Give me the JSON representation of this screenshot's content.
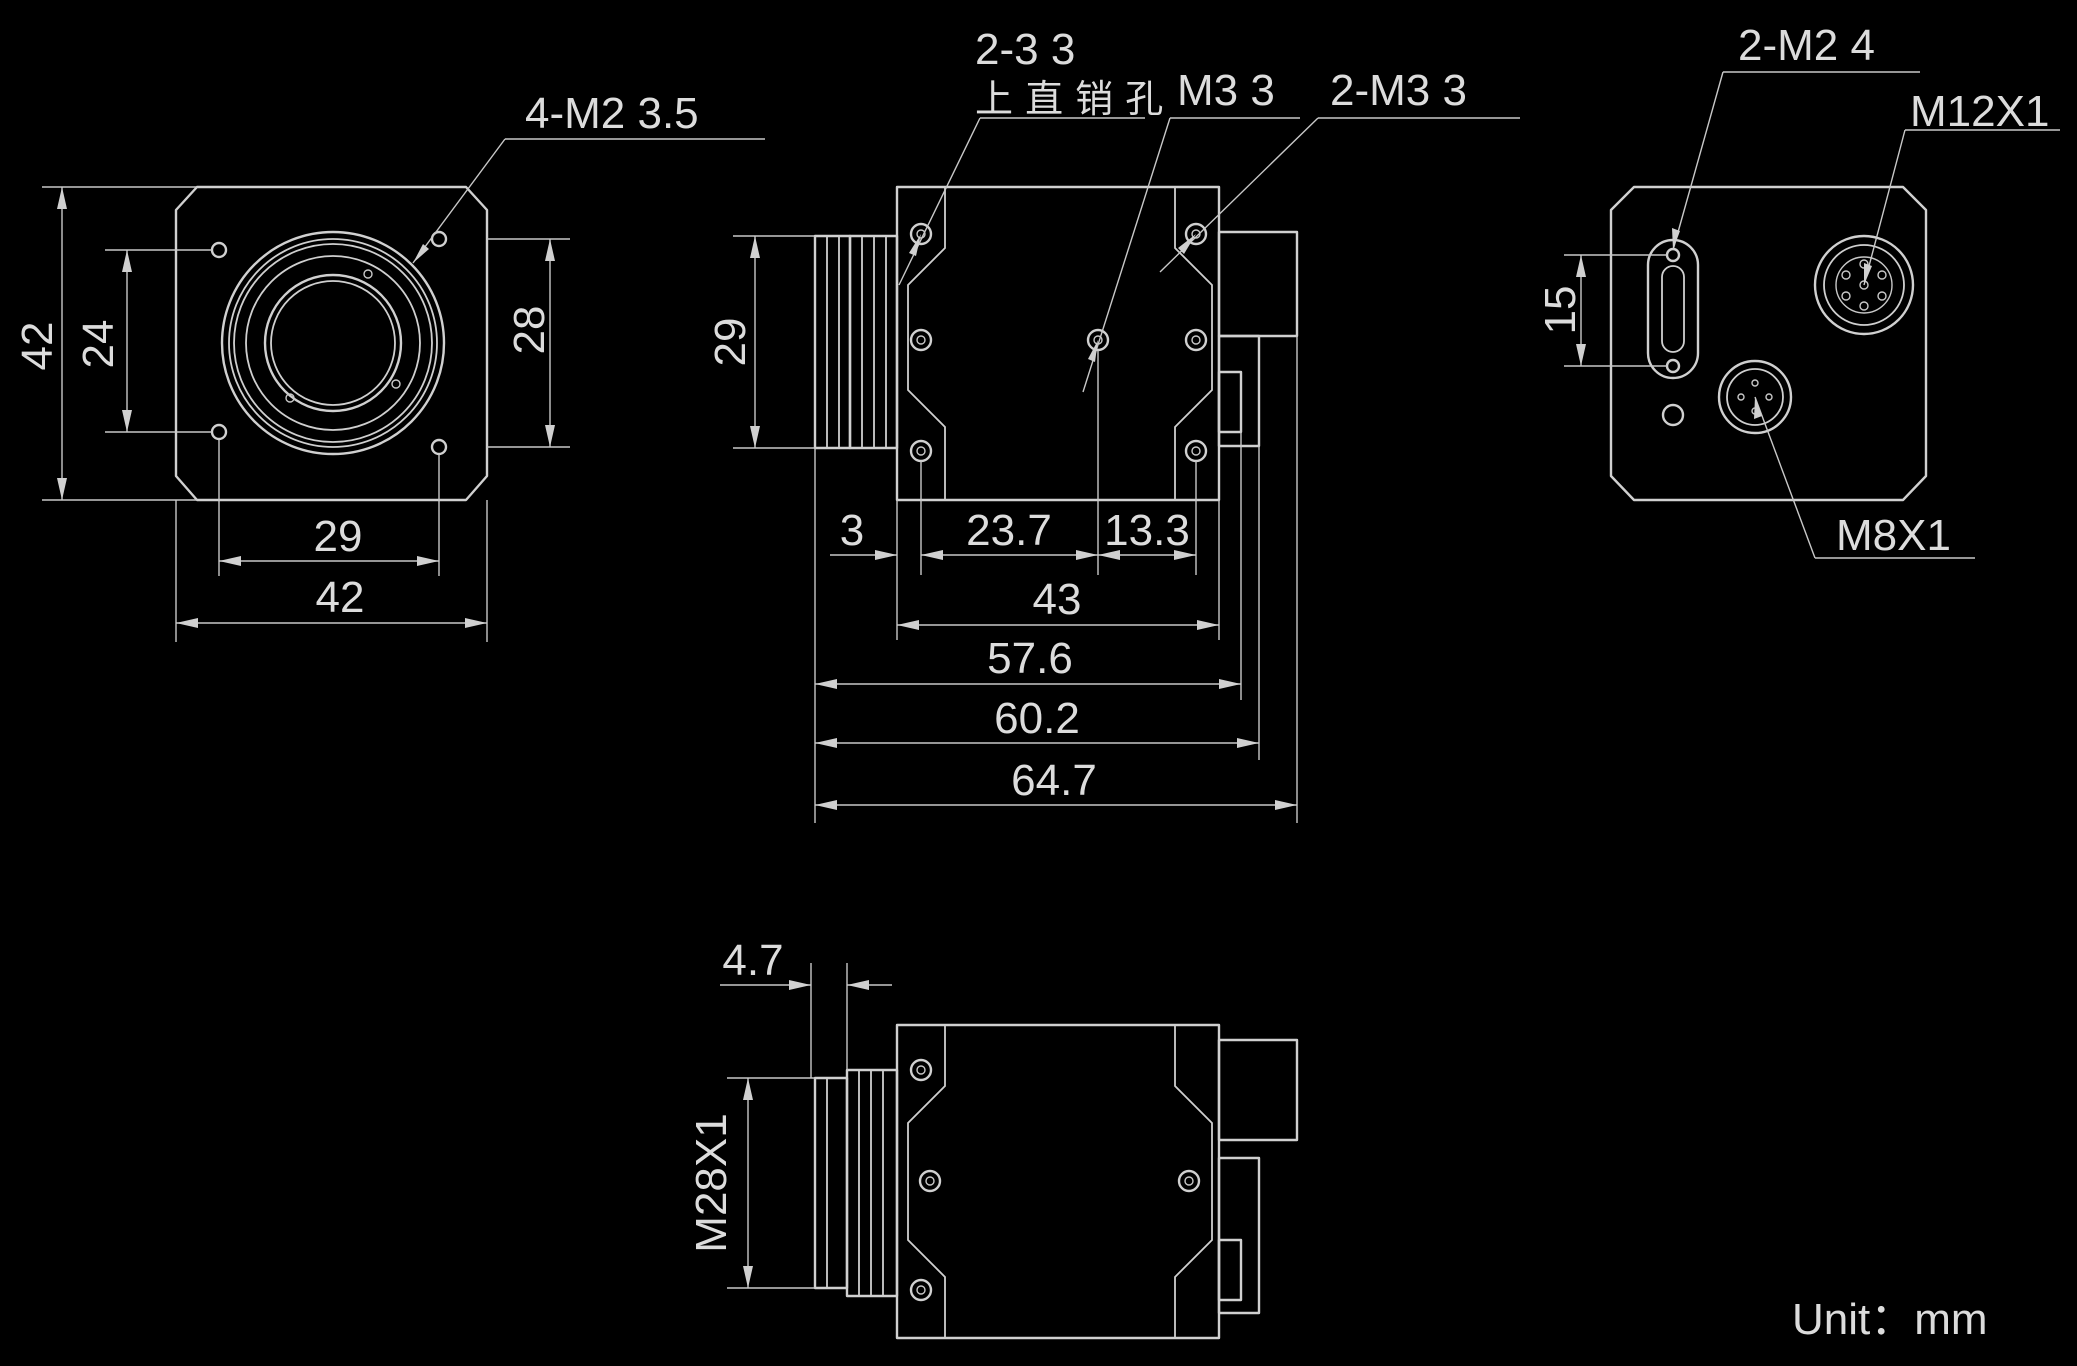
{
  "front_view": {
    "hole_callout": "4-M2  3.5",
    "dims": {
      "outer_height": "42",
      "hole_pitch_v": "24",
      "right_height": "28",
      "hole_pitch_h": "29",
      "outer_width": "42"
    }
  },
  "side_view": {
    "callout_left_line1": "2-3  3",
    "callout_left_line2": "上 直 销 孔",
    "callout_mid": "M3  3",
    "callout_right": "2-M3  3",
    "dims": {
      "mount_height": "29",
      "flange": "3",
      "to_mid_hole": "23.7",
      "mid_to_right": "13.3",
      "body": "43",
      "len_a": "57.6",
      "len_b": "60.2",
      "len_total": "64.7"
    }
  },
  "rear_view": {
    "callout_top": "2-M2  4",
    "connector_large": "M12X1",
    "connector_small": "M8X1",
    "dims": {
      "hole_pitch": "15"
    }
  },
  "bottom_view": {
    "dims": {
      "flange_depth": "4.7",
      "thread": "M28X1"
    }
  },
  "unit_label": "Unit：mm"
}
